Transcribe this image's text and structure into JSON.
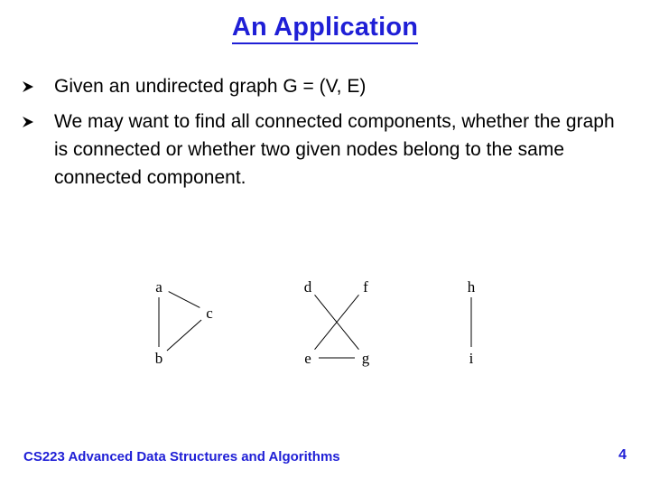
{
  "title": "An Application",
  "bullets": [
    "Given an undirected graph G = (V, E)",
    "We may want to find all connected components, whether the graph is connected or whether two given nodes belong to the same connected component."
  ],
  "graph": {
    "nodes": [
      "a",
      "b",
      "c",
      "d",
      "e",
      "f",
      "g",
      "h",
      "i"
    ],
    "edges": [
      [
        "a",
        "b"
      ],
      [
        "a",
        "c"
      ],
      [
        "b",
        "c"
      ],
      [
        "d",
        "g"
      ],
      [
        "e",
        "f"
      ],
      [
        "e",
        "g"
      ],
      [
        "h",
        "i"
      ]
    ]
  },
  "footer": "CS223 Advanced Data Structures and Algorithms",
  "page_number": "4",
  "colors": {
    "accent": "#1f1fd6",
    "text": "#000000"
  }
}
